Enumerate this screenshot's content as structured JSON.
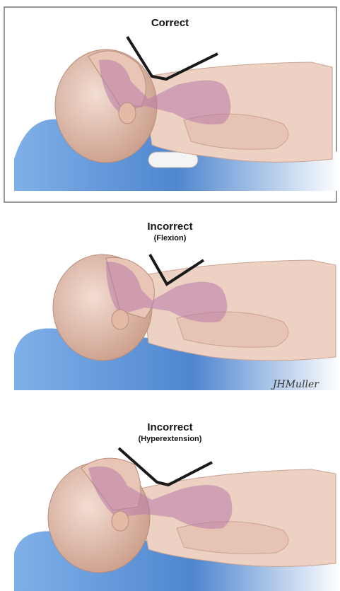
{
  "panels": [
    {
      "title": "Correct",
      "subtitle": ""
    },
    {
      "title": "Incorrect",
      "subtitle": "(Flexion)"
    },
    {
      "title": "Incorrect",
      "subtitle": "(Hyperextension)"
    }
  ],
  "signature": "JHMuller",
  "colors": {
    "surface": "#5c8ed6",
    "skin": "#e8c5b5",
    "skin_shadow": "#c99a86",
    "airway": "#b87aa8",
    "angle_line": "#1a1a1a",
    "frame": "#333333"
  },
  "icons": [
    "infant-figure",
    "airway-overlay",
    "neck-angle-indicator",
    "shoulder-roll"
  ]
}
